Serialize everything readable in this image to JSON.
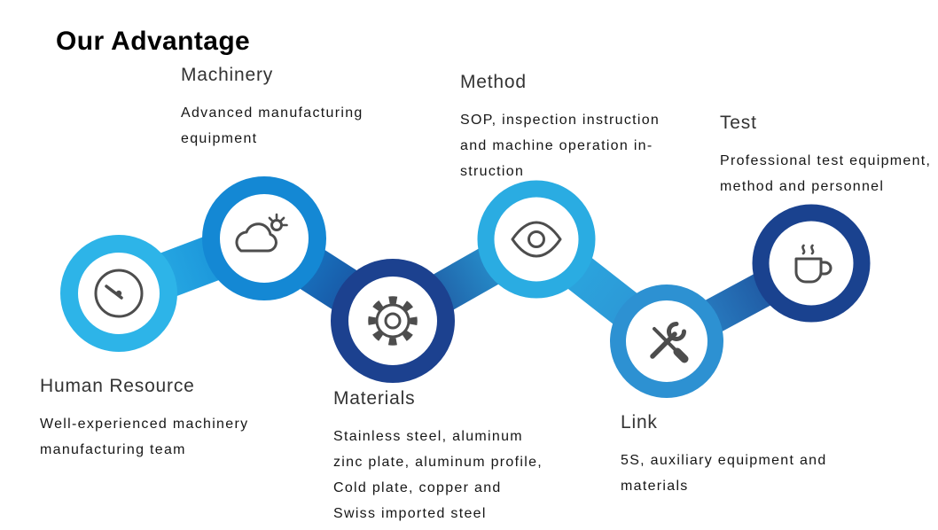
{
  "title": "Our Advantage",
  "icon_color": "#4d4d4d",
  "nodes": [
    {
      "heading": "Human Resource",
      "desc": "Well-experienced machinery\nmanufacturing team",
      "icon": "gauge-icon",
      "color": "#2db4e8"
    },
    {
      "heading": "Machinery",
      "desc": "Advanced manufacturing\nequipment",
      "icon": "cloud-sun-icon",
      "color": "#1488d4"
    },
    {
      "heading": "Materials",
      "desc": "Stainless steel, aluminum\nzinc plate, aluminum profile,\nCold plate, copper and\nSwiss imported steel",
      "icon": "gear-icon",
      "color": "#1c418f"
    },
    {
      "heading": "Method",
      "desc": "SOP, inspection instruction\nand machine operation in-\nstruction",
      "icon": "eye-icon",
      "color": "#2aace2"
    },
    {
      "heading": "Link",
      "desc": "5S, auxiliary equipment and\nmaterials",
      "icon": "tools-icon",
      "color": "#2d91d2"
    },
    {
      "heading": "Test",
      "desc": "Professional test equipment,\nmethod and personnel",
      "icon": "coffee-cup-icon",
      "color": "#1a428f"
    }
  ]
}
